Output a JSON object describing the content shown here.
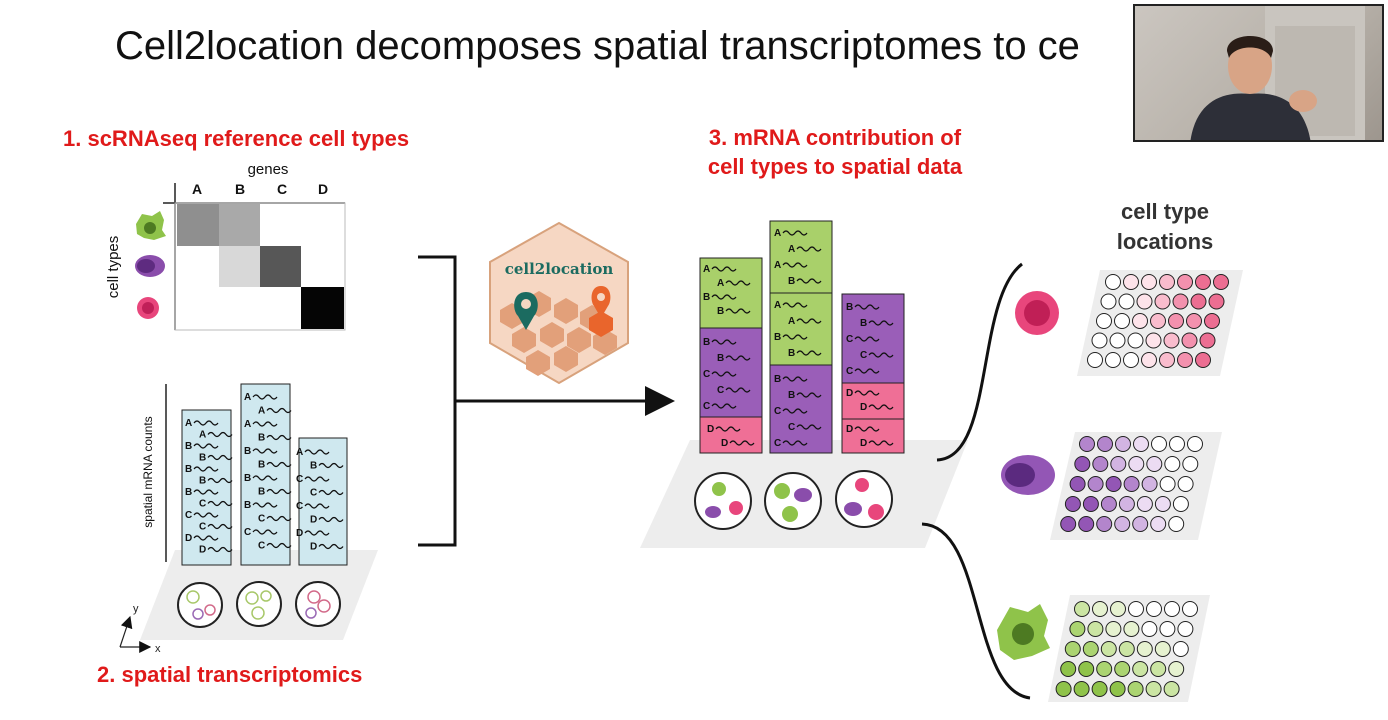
{
  "slide": {
    "title": "Cell2location decomposes spatial transcriptomes to ce",
    "step1_label": "1. scRNAseq reference cell types",
    "step2_label": "2. spatial transcriptomics",
    "step3_label_line1": "3. mRNA contribution of",
    "step3_label_line2": "cell types to spatial data",
    "locations_label_line1": "cell type",
    "locations_label_line2": "locations",
    "logo_text": "cell2location"
  },
  "matrix": {
    "genes_label": "genes",
    "cell_types_label": "cell types",
    "columns": [
      "A",
      "B",
      "C",
      "D"
    ]
  },
  "spatial_counts": {
    "axis_label": "spatial mRNA counts",
    "axis_x": "x",
    "axis_y": "y",
    "bar1": [
      "A",
      "A",
      "B",
      "B",
      "B",
      "B",
      "B",
      "C",
      "C",
      "C",
      "D",
      "D"
    ],
    "bar2": [
      "A",
      "A",
      "A",
      "B",
      "B",
      "B",
      "B",
      "B",
      "B",
      "C",
      "C",
      "C"
    ],
    "bar3": [
      "A",
      "B",
      "C",
      "C",
      "C",
      "D",
      "D",
      "D"
    ]
  },
  "contribution": {
    "bar1_green": [
      "A",
      "A",
      "B",
      "B"
    ],
    "bar1_purple": [
      "B",
      "B",
      "C",
      "C",
      "C"
    ],
    "bar1_pink": [
      "D",
      "D"
    ],
    "bar2_green_top": [
      "A",
      "A",
      "A",
      "B"
    ],
    "bar2_green_bottom": [
      "A",
      "A",
      "B",
      "B"
    ],
    "bar2_purple": [
      "B",
      "B",
      "C",
      "C",
      "C"
    ],
    "bar3_purple": [
      "B",
      "B",
      "C",
      "C",
      "C"
    ],
    "bar3_pink1": [
      "D",
      "D"
    ],
    "bar3_pink2": [
      "D",
      "D"
    ]
  },
  "colors": {
    "red_label": "#e01a1a",
    "green_cell": "#8fc34a",
    "purple_cell": "#8a4dab",
    "pink_cell": "#e8467c",
    "count_bar": "#cfe8ef",
    "hex_logo": "#f6d7c3",
    "logo_teal": "#1b6b60",
    "logo_orange": "#e9652c"
  }
}
